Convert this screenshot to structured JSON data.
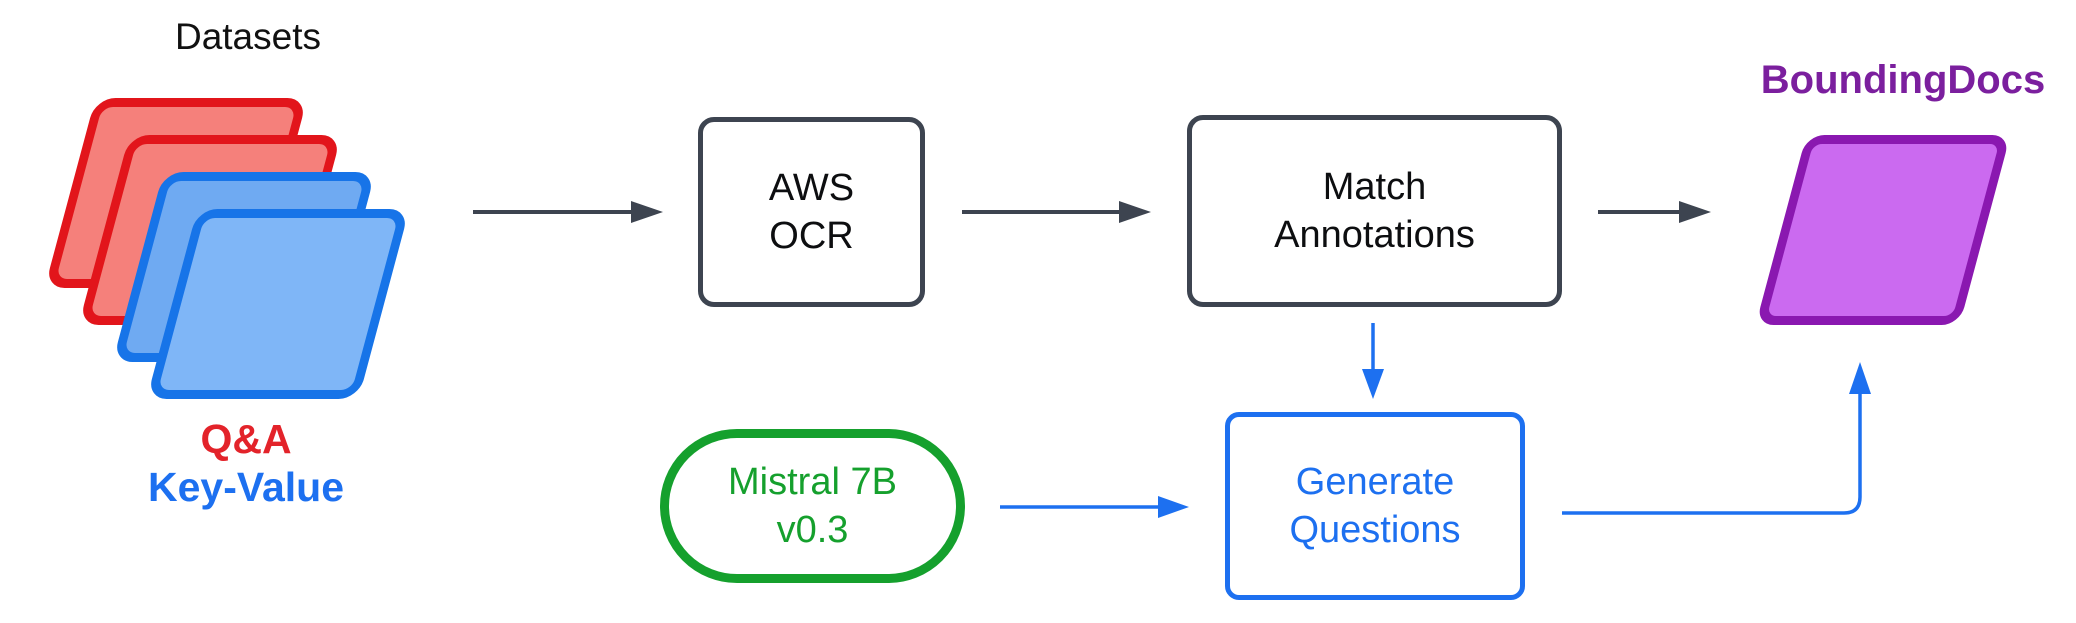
{
  "labels": {
    "datasets": "Datasets",
    "qa": "Q&A",
    "key_value": "Key-Value",
    "boundingdocs": "BoundingDocs"
  },
  "nodes": {
    "aws_ocr": {
      "line1": "AWS",
      "line2": "OCR"
    },
    "match_annotations": {
      "line1": "Match",
      "line2": "Annotations"
    },
    "mistral": {
      "line1": "Mistral 7B",
      "line2": "v0.3"
    },
    "generate_questions": {
      "line1": "Generate",
      "line2": "Questions"
    }
  },
  "edges": [
    {
      "from": "datasets-stack",
      "to": "aws-ocr",
      "color": "#3d4450"
    },
    {
      "from": "aws-ocr",
      "to": "match-annotations",
      "color": "#3d4450"
    },
    {
      "from": "match-annotations",
      "to": "boundingdocs",
      "color": "#3d4450"
    },
    {
      "from": "match-annotations",
      "to": "generate-questions",
      "color": "#1d70f0"
    },
    {
      "from": "mistral-7b-v0.3",
      "to": "generate-questions",
      "color": "#1d70f0"
    },
    {
      "from": "generate-questions",
      "to": "boundingdocs",
      "color": "#1d70f0"
    }
  ],
  "colors": {
    "dark_arrow": "#3d4450",
    "red_card_border": "#e2151b",
    "red_card_fill": "#f5807b",
    "blue_card_border": "#1774e8",
    "blue_card_fill_back": "#6faaf2",
    "blue_card_fill_front": "#7fb6f7",
    "accent_blue": "#1d70f0",
    "green": "#15a02d",
    "purple_border": "#8a18b0",
    "purple_fill": "#cb6af0",
    "purple_text": "#7b1f9e",
    "qa_red": "#e3232a"
  }
}
